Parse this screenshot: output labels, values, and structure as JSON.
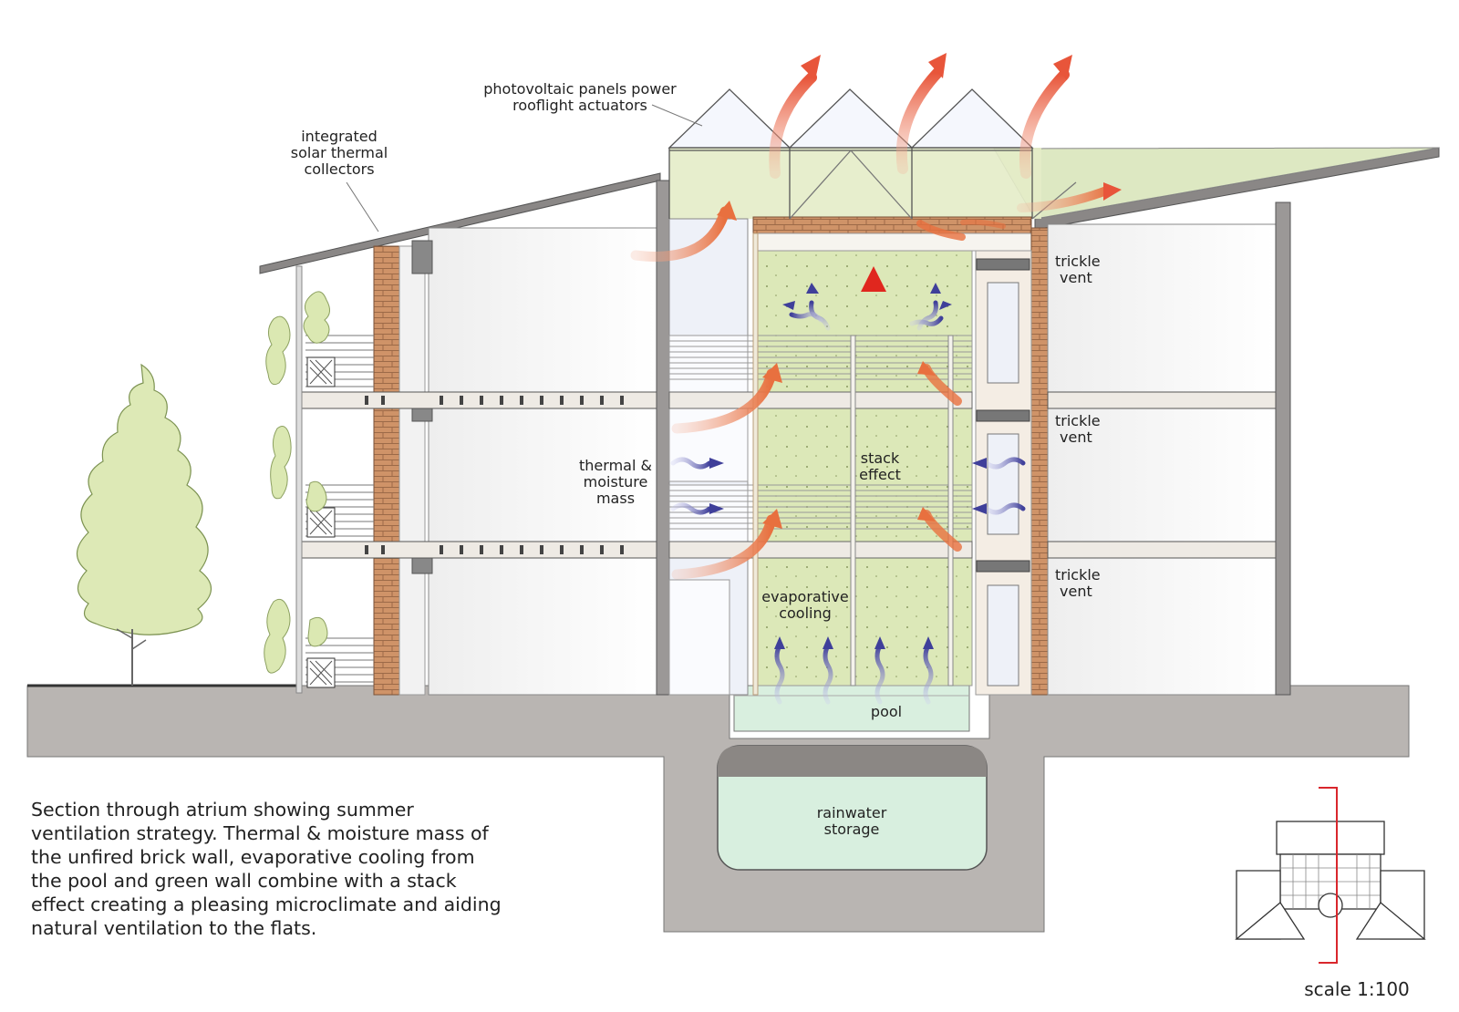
{
  "labels": {
    "pv_line1": "photovoltaic panels power",
    "pv_line2": "rooflight actuators",
    "solar_line1": "integrated",
    "solar_line2": "solar thermal",
    "solar_line3": "collectors",
    "trickle_vent_1a": "trickle",
    "trickle_vent_1b": "vent",
    "trickle_vent_2a": "trickle",
    "trickle_vent_2b": "vent",
    "trickle_vent_3a": "trickle",
    "trickle_vent_3b": "vent",
    "thermal_line1": "thermal &",
    "thermal_line2": "moisture",
    "thermal_line3": "mass",
    "stack_line1": "stack",
    "stack_line2": "effect",
    "evap_line1": "evaporative",
    "evap_line2": "cooling",
    "pool": "pool",
    "rain_line1": "rainwater",
    "rain_line2": "storage"
  },
  "caption": [
    "Section through atrium showing summer",
    "ventilation strategy. Thermal & moisture mass of",
    "the unfired brick wall, evaporative cooling from",
    "the pool and green wall combine with a stack",
    "effect creating a pleasing microclimate and aiding",
    "natural ventilation to the flats."
  ],
  "scale_label": "scale 1:100",
  "colors": {
    "warm_arrow": "#e8553a",
    "cool_arrow": "#4a4aa0",
    "brick": "#c98a5e",
    "green_wall": "#dbe8b8",
    "ground": "#b7b3b0",
    "water": "#d6eedd",
    "section_marker": "#d9262c"
  },
  "icons": [
    "tree-icon",
    "climbing-plant-icon",
    "planter-icon",
    "key-plan-icon"
  ]
}
